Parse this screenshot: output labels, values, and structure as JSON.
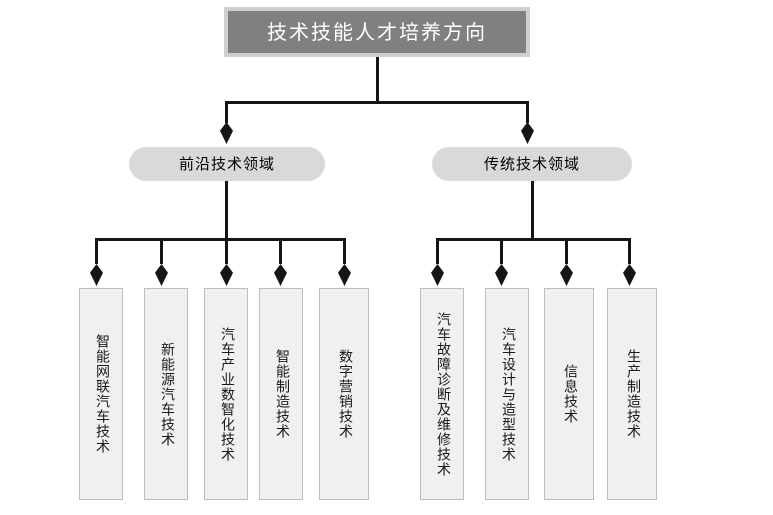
{
  "diagram": {
    "title": "技术技能人才培养方向",
    "type": "tree-hierarchy",
    "orientation": "top-down",
    "colors": {
      "root_fill": "#808080",
      "root_text": "#ffffff",
      "root_border": "#cfcfcf",
      "branch_fill": "#d9d9d9",
      "branch_text": "#000000",
      "leaf_fill": "#f0f0f0",
      "leaf_border": "#bdbdbd",
      "leaf_text": "#1a1a1a",
      "connector": "#151515",
      "background": "#ffffff"
    },
    "root": {
      "label": "技术技能人才培养方向"
    },
    "branches": [
      {
        "id": "frontier",
        "label": "前沿技术领域",
        "children": [
          {
            "id": "icv",
            "label": "智能网联汽车技术"
          },
          {
            "id": "nev",
            "label": "新能源汽车技术"
          },
          {
            "id": "auto-digital",
            "label": "汽车产业数智化技术"
          },
          {
            "id": "smart-mfg",
            "label": "智能制造技术"
          },
          {
            "id": "digital-mkt",
            "label": "数字营销技术"
          }
        ]
      },
      {
        "id": "traditional",
        "label": "传统技术领域",
        "children": [
          {
            "id": "diag-repair",
            "label": "汽车故障诊断及维修技术"
          },
          {
            "id": "design-styling",
            "label": "汽车设计与造型技术"
          },
          {
            "id": "infotech",
            "label": "信息技术"
          },
          {
            "id": "production",
            "label": "生产制造技术"
          }
        ]
      }
    ]
  }
}
